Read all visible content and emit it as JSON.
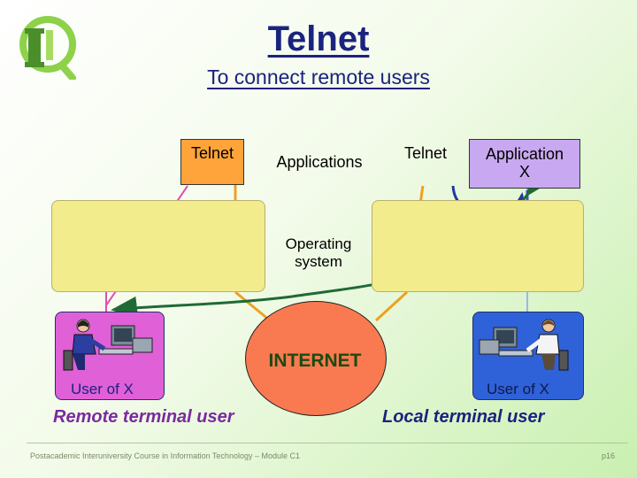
{
  "slide": {
    "title": "Telnet",
    "subtitle": "To connect remote users"
  },
  "left_host": {
    "telnet_label": "Telnet",
    "applications_label": "Applications"
  },
  "right_host": {
    "telnet_label": "Telnet",
    "application_label": "Application X"
  },
  "center": {
    "os_label": "Operating system",
    "internet_label": "INTERNET"
  },
  "left_user": {
    "label": "User of X",
    "caption": "Remote terminal user"
  },
  "right_user": {
    "label": "User of X",
    "caption": "Local terminal user"
  },
  "footer": {
    "course": "Postacademic Interuniversity Course in Information Technology – Module C1",
    "page": "p16"
  },
  "colors": {
    "telnet_box": "#ffa43a",
    "application_box": "#c8a8f0",
    "os_box": "#f2ec8c",
    "internet": "#f97a50",
    "remote_card": "#e060d8",
    "local_card": "#2f62d8",
    "title": "#1a237e"
  }
}
